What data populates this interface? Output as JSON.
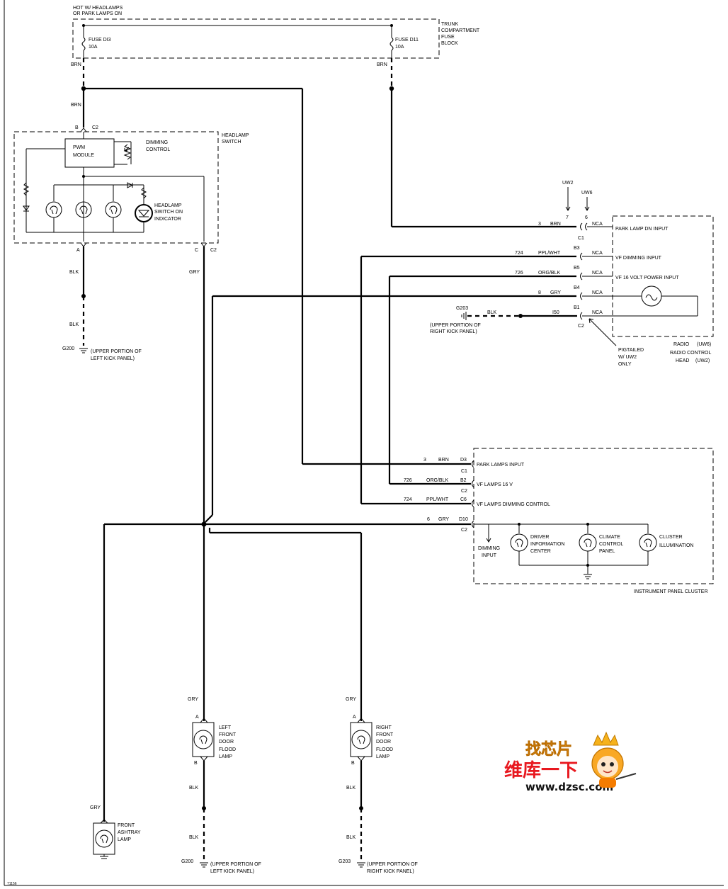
{
  "header": {
    "hot_line1": "HOT W/ HEADLAMPS",
    "hot_line2": "OR PARK LAMPS ON",
    "fuse1": "FUSE DI3",
    "fuse1_amp": "10A",
    "fuse2": "FUSE D11",
    "fuse2_amp": "10A",
    "block_l1": "TRUNK",
    "block_l2": "COMPARTMENT",
    "block_l3": "FUSE",
    "block_l4": "BLOCK"
  },
  "colors": {
    "brn": "BRN",
    "blk": "BLK",
    "gry": "GRY",
    "pplwht": "PPL/WHT",
    "orgblk": "ORG/BLK"
  },
  "headlamp_switch": {
    "title1": "HEADLAMP",
    "title2": "SWITCH",
    "pwm1": "PWM",
    "pwm2": "MODULE",
    "dim1": "DIMMING",
    "dim2": "CONTROL",
    "ind1": "HEADLAMP",
    "ind2": "SWITCH ON",
    "ind3": "INDICATOR",
    "pin_b": "B",
    "pin_a": "A",
    "pin_c": "C",
    "conn": "C2"
  },
  "ground_g200": {
    "id": "G200",
    "loc1": "(UPPER PORTION OF",
    "loc2": "LEFT KICK PANEL)"
  },
  "ground_g203": {
    "id": "G203",
    "loc1": "(UPPER PORTION OF",
    "loc2": "RIGHT KICK PANEL)"
  },
  "radio": {
    "uw2": "UW2",
    "uw6": "UW6",
    "pin7": "7",
    "pin6": "6",
    "circ3": "3",
    "circ724": "724",
    "circ726": "726",
    "circ8": "8",
    "circ150": "I50",
    "b3": "B3",
    "b5": "B5",
    "b4": "B4",
    "b1": "B1",
    "c1": "C1",
    "c2": "C2",
    "nca": "NCA",
    "in1": "PARK LAMP DN INPUT",
    "in2": "VF DIMMING INPUT",
    "in3": "VF 16 VOLT POWER INPUT",
    "label1": "RADIO",
    "label1b": "(UW6)",
    "label2": "RADIO CONTROL",
    "label3": "HEAD",
    "label3b": "(UW2)",
    "pig1": "PIGTAILED",
    "pig2": "W/ UW2",
    "pig3": "ONLY"
  },
  "cluster": {
    "d3": "D3",
    "b2": "B2",
    "c6": "C6",
    "d10": "D10",
    "c1": "C1",
    "c2": "C2",
    "c3": "3",
    "c726": "726",
    "c724": "724",
    "c6n": "6",
    "in1": "PARK LAMPS INPUT",
    "in2": "VF LAMPS 16 V",
    "in3": "VF LAMPS DIMMING CONTROL",
    "dim1": "DIMMING",
    "dim2": "INPUT",
    "dic1": "DRIVER",
    "dic2": "INFORMATION",
    "dic3": "CENTER",
    "ccp1": "CLIMATE",
    "ccp2": "CONTROL",
    "ccp3": "PANEL",
    "cil1": "CLUSTER",
    "cil2": "ILLUMINATION",
    "title": "INSTRUMENT PANEL CLUSTER"
  },
  "lamps": {
    "lf1": "LEFT",
    "lf2": "FRONT",
    "lf3": "DOOR",
    "lf4": "FLOOD",
    "lf5": "LAMP",
    "rf1": "RIGHT",
    "rf2": "FRONT",
    "rf3": "DOOR",
    "rf4": "FLOOD",
    "rf5": "LAMP",
    "ash1": "FRONT",
    "ash2": "ASHTRAY",
    "ash3": "LAMP",
    "pin_a": "A",
    "pin_b": "B"
  },
  "footer": {
    "code": "71156"
  },
  "watermark": {
    "l1": "找芯片",
    "l2": "维库一下",
    "url": "www.dzsc.com"
  }
}
